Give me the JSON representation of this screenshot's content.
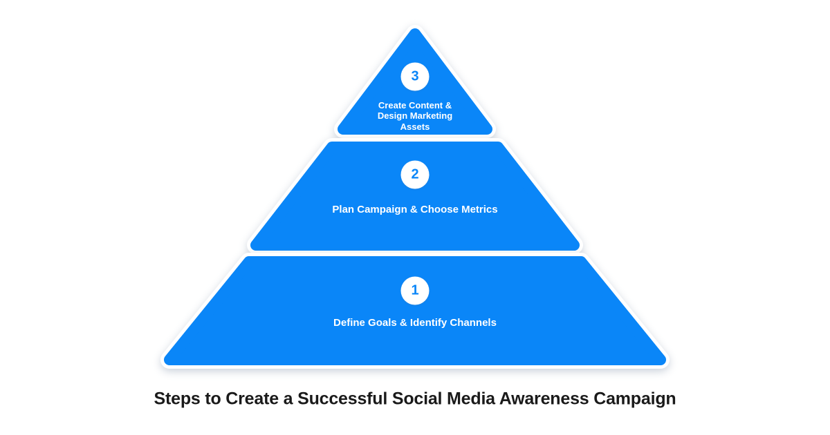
{
  "title": "Steps to Create a Successful Social Media Awareness Campaign",
  "colors": {
    "tier_blue": "#0a86f8",
    "number_blue": "#0a86f8",
    "title_color": "#1a1a1a",
    "label_white": "#ffffff"
  },
  "pyramid": {
    "type": "pyramid-3-tier",
    "tiers": [
      {
        "number": "1",
        "label": "Define Goals & Identify Channels",
        "position": "bottom"
      },
      {
        "number": "2",
        "label": "Plan Campaign & Choose Metrics",
        "position": "middle"
      },
      {
        "number": "3",
        "label": "Create Content & Design Marketing Assets",
        "position": "top"
      }
    ]
  }
}
